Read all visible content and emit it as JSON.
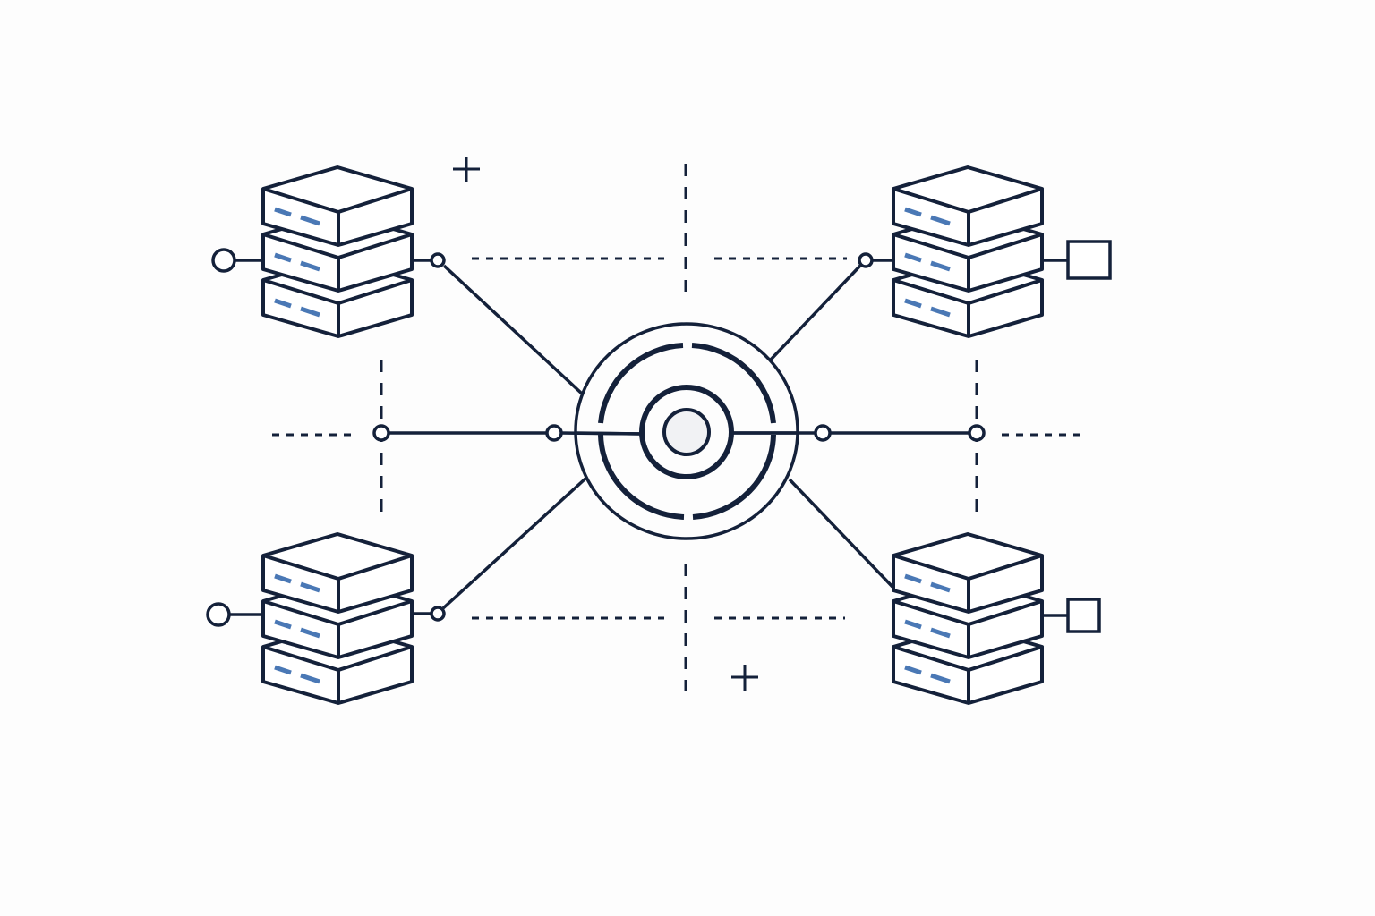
{
  "colors": {
    "stroke": "#14213a",
    "indicator": "#4a78b5",
    "hub_fill": "#f1f2f4",
    "background": "#fdfdfd"
  },
  "diagram": {
    "hub": {
      "icon": "target-hub-icon"
    },
    "server_stacks": [
      {
        "position": "top-left",
        "icon": "server-stack-icon",
        "units": 3,
        "left_terminal": "circle"
      },
      {
        "position": "top-right",
        "icon": "server-stack-icon",
        "units": 3,
        "right_terminal": "square"
      },
      {
        "position": "bottom-left",
        "icon": "server-stack-icon",
        "units": 3,
        "left_terminal": "circle"
      },
      {
        "position": "bottom-right",
        "icon": "server-stack-icon",
        "units": 3,
        "right_terminal": "square"
      }
    ],
    "decorations": [
      "plus-icon",
      "plus-icon"
    ]
  }
}
